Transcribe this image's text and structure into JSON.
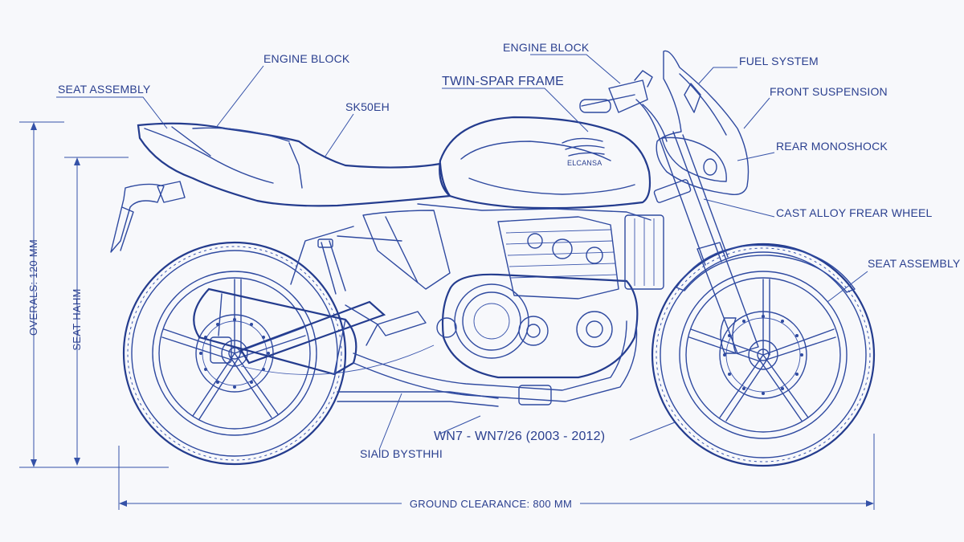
{
  "callouts": {
    "engine_block_top": "ENGINE BLOCK",
    "seat_assembly_left": "SEAT ASSEMBLY",
    "engine_block_left": "ENGINE BLOCK",
    "sk50eh": "SK50EH",
    "twin_spar_frame": "TWIN-SPAR FRAME",
    "fuel_system": "FUEL SYSTEM",
    "front_suspension": "FRONT SUSPENSION",
    "rear_monoshock": "REAR MONOSHOCK",
    "cast_alloy_wheel": "CAST ALLOY FREAR WHEEL",
    "seat_assembly_right": "SEAT ASSEMBLY",
    "stand_system": "SIAlD BYSTHHI",
    "model_years": "WN7 - WN7/26 (2003 - 2012)"
  },
  "tank_badge": "ELCANSA",
  "dimensions": {
    "overall": "OVERALS: 120 MM",
    "seat_height": "SEAT HAHM",
    "ground_clearance": "GROUND CLEARANCE: 800 MM"
  },
  "colors": {
    "ink": "#2f4aa0",
    "paper": "#f7f8fb"
  }
}
